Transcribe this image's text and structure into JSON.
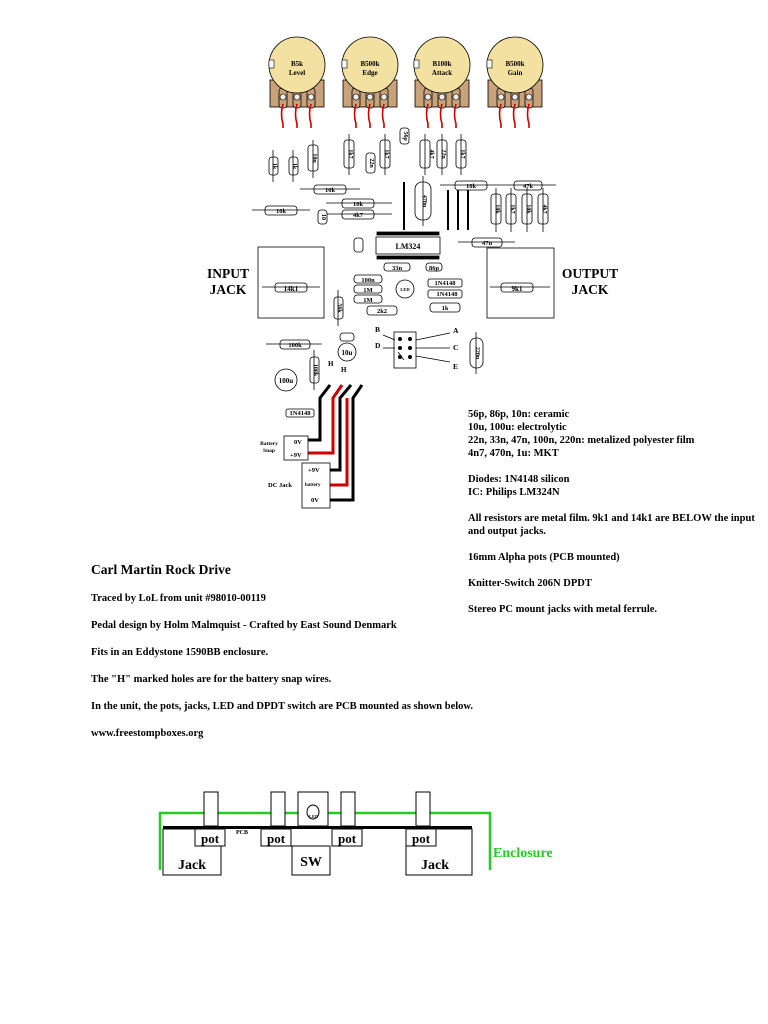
{
  "pots": [
    {
      "value": "B5k",
      "name": "Level"
    },
    {
      "value": "B500k",
      "name": "Edge"
    },
    {
      "value": "B100k",
      "name": "Attack"
    },
    {
      "value": "B500k",
      "name": "Gain"
    }
  ],
  "jacks": {
    "input_line1": "INPUT",
    "input_line2": "JACK",
    "output_line1": "OUTPUT",
    "output_line2": "JACK",
    "input_resistor": "14k1",
    "output_resistor": "9k1"
  },
  "ic_label": "LM324",
  "components": {
    "horizontal": [
      "10k",
      "10k",
      "10k",
      "4k7",
      "10k",
      "47k",
      "47n",
      "47k",
      "33n",
      "86p",
      "100n",
      "1M",
      "1M",
      "1N4148",
      "1N4148",
      "1k",
      "2k2",
      "100k",
      "1N4148"
    ],
    "vertical": [
      "1k",
      "1k",
      "10n",
      "1k7",
      "22n",
      "1k7",
      "56p",
      "4k7",
      "22n",
      "1k7",
      "470n",
      "10k",
      "1k7",
      "10k",
      "4k7",
      "10",
      "56k",
      "100k",
      "220n"
    ],
    "caps": [
      "10u",
      "100u",
      "LED"
    ]
  },
  "switch_labels": {
    "a": "A",
    "b": "B",
    "c": "C",
    "d": "D",
    "e": "E",
    "h1": "H",
    "h2": "H"
  },
  "power": {
    "battery_snap_label": "Battery Snap",
    "snap_neg": "0V",
    "snap_pos": "+9V",
    "dc_jack_label": "DC Jack",
    "dc_pos": "+9V",
    "dc_batt": "battery",
    "dc_neg": "0V"
  },
  "notes": [
    "56p, 86p, 10n: ceramic",
    "10u, 100u: electrolytic",
    "22n, 33n, 47n, 100n, 220n: metalized polyester film",
    "4n7, 470n, 1u: MKT",
    "",
    "Diodes: 1N4148 silicon",
    "IC: Philips LM324N",
    "",
    "All resistors are metal film. 9k1 and 14k1 are BELOW the input and output jacks.",
    "",
    "16mm Alpha pots (PCB mounted)",
    "",
    "Knitter-Switch 206N DPDT",
    "",
    "Stereo PC mount jacks with metal ferrule."
  ],
  "credits": {
    "title": "Carl Martin Rock Drive",
    "lines": [
      "Traced by LoL from unit #98010-00119",
      "Pedal design by Holm Malmquist - Crafted by East Sound Denmark",
      "Fits in an Eddystone 1590BB enclosure.",
      "The \"H\" marked holes are for the battery snap wires.",
      "In the unit, the pots, jacks, LED and DPDT switch are PCB mounted as shown below.",
      "www.freestompboxes.org"
    ]
  },
  "side_view": {
    "pot_label": "pot",
    "pcb_label": "PCB",
    "jack_label": "Jack",
    "switch_label": "SW",
    "led_label": "LED",
    "enclosure_label": "Enclosure",
    "enclosure_color": "#22cc22"
  }
}
